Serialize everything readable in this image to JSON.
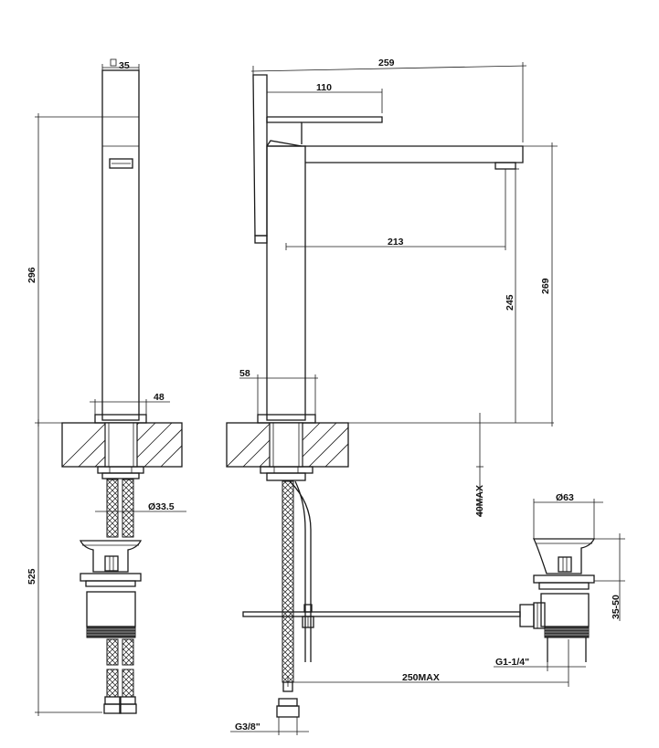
{
  "labels": {
    "d35": "35",
    "d296": "296",
    "d48": "48",
    "d33_5": "Ø33.5",
    "d525": "525",
    "d259": "259",
    "d110": "110",
    "d213": "213",
    "d245": "245",
    "d269": "269",
    "d58": "58",
    "d40max": "40MAX",
    "d63": "Ø63",
    "d35_50": "35-50",
    "g1_1_4": "G1-1/4\"",
    "d250max": "250MAX",
    "g3_8": "G3/8\""
  }
}
